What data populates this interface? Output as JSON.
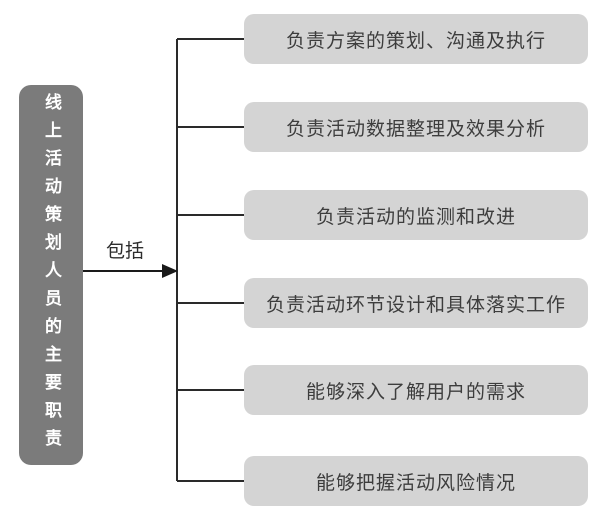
{
  "diagram": {
    "type": "mindmap-bracket",
    "root_label": "线上活动策划人员的主要职责",
    "relation_label": "包括",
    "items": [
      {
        "label": "负责方案的策划、沟通及执行"
      },
      {
        "label": "负责活动数据整理及效果分析"
      },
      {
        "label": "负责活动的监测和改进"
      },
      {
        "label": "负责活动环节设计和具体落实工作"
      },
      {
        "label": "能够深入了解用户的需求"
      },
      {
        "label": "能够把握活动风险情况"
      }
    ],
    "colors": {
      "background": "#ffffff",
      "root_fill": "#7b7b7b",
      "root_text": "#ffffff",
      "item_fill": "#d4d4d4",
      "item_text": "#3d3d3d",
      "line": "#2a2a2a"
    }
  }
}
